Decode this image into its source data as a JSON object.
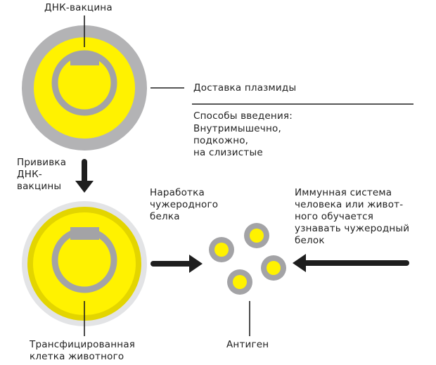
{
  "colors": {
    "yellow": "#fff200",
    "yellow_dark": "#e3d500",
    "gray": "#b3b3b5",
    "gray_dark": "#a3a3a6",
    "light_gray": "#e3e4e6",
    "black": "#1e1e1e"
  },
  "labels": {
    "dna_vaccine": "ДНК-вакцина",
    "plasmid_delivery": "Доставка плазмиды",
    "routes_title": "Способы введения:",
    "routes_list": "Внутримышечно,\nподкожно,\nна слизистые",
    "vaccination": "Прививка\nДНК-\nвакцины",
    "foreign_protein": "Наработка\nчужеродного\nбелка",
    "immune_system": "Иммунная система\nчеловека или живот-\nного обучается\nузнавать чужеродный\nбелок",
    "transfected_cell": "Трансфицированная\nклетка животного",
    "antigen": "Антиген"
  },
  "nodes": [
    {
      "id": "dna-vaccine-particle",
      "label_key": "dna_vaccine"
    },
    {
      "id": "transfected-cell",
      "label_key": "transfected_cell"
    },
    {
      "id": "antigen-cluster",
      "label_key": "antigen",
      "count": 4
    }
  ],
  "edges": [
    {
      "from": "dna-vaccine-particle",
      "to": "transfected-cell",
      "label_key": "vaccination"
    },
    {
      "from": "transfected-cell",
      "to": "antigen-cluster",
      "label_key": "foreign_protein"
    },
    {
      "from": "immune-system",
      "to": "antigen-cluster",
      "label_key": "immune_system"
    }
  ]
}
